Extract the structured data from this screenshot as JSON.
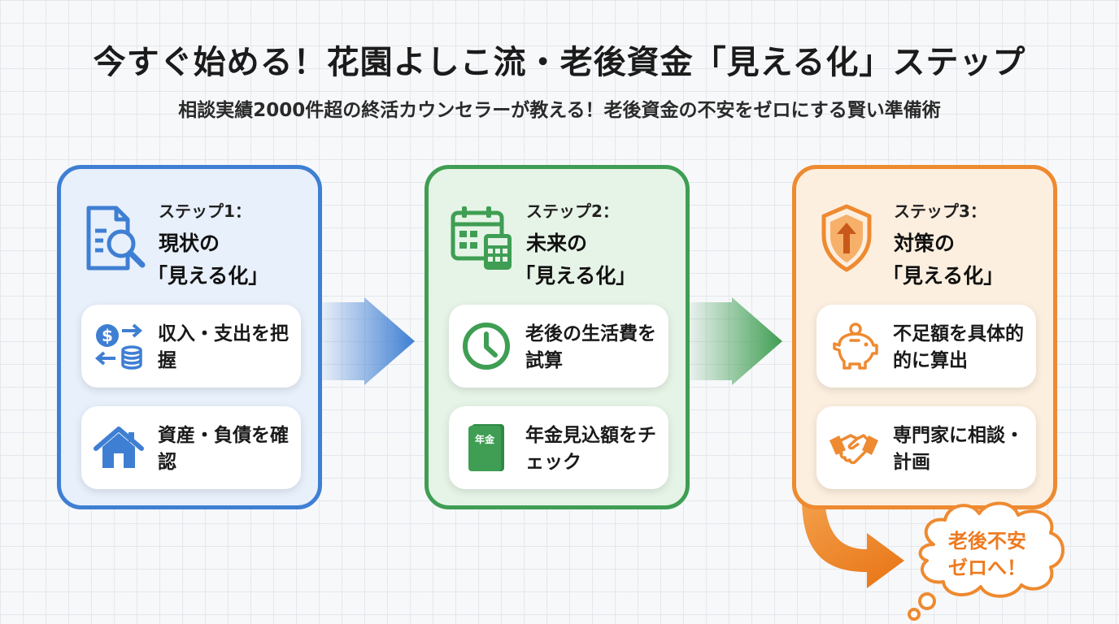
{
  "header": {
    "title": "今すぐ始める！花園よしこ流・老後資金「見える化」ステップ",
    "subtitle": "相談実績2000件超の終活カウンセラーが教える！老後資金の不安をゼロにする賢い準備術"
  },
  "colors": {
    "step1": "#3f7fd3",
    "step2": "#3f9e53",
    "step3": "#ee8a30"
  },
  "steps": [
    {
      "number_label": "ステップ1：",
      "title_line1": "現状の",
      "title_line2": "「見える化」",
      "icon": "document-magnifier-icon",
      "cards": [
        {
          "icon": "money-exchange-icon",
          "text": "収入・支出を把握"
        },
        {
          "icon": "house-icon",
          "text": "資産・負債を確認"
        }
      ]
    },
    {
      "number_label": "ステップ2：",
      "title_line1": "未来の",
      "title_line2": "「見える化」",
      "icon": "calendar-calculator-icon",
      "cards": [
        {
          "icon": "clock-icon",
          "text": "老後の生活費を試算"
        },
        {
          "icon": "pension-book-icon",
          "icon_label": "年金",
          "text": "年金見込額をチェック"
        }
      ]
    },
    {
      "number_label": "ステップ3：",
      "title_line1": "対策の",
      "title_line2": "「見える化」",
      "icon": "shield-arrow-icon",
      "cards": [
        {
          "icon": "piggy-bank-icon",
          "text": "不足額を具体的的に算出"
        },
        {
          "icon": "handshake-icon",
          "text": "専門家に相談・計画"
        }
      ]
    }
  ],
  "bubble": {
    "line1": "老後不安",
    "line2": "ゼロへ！"
  }
}
